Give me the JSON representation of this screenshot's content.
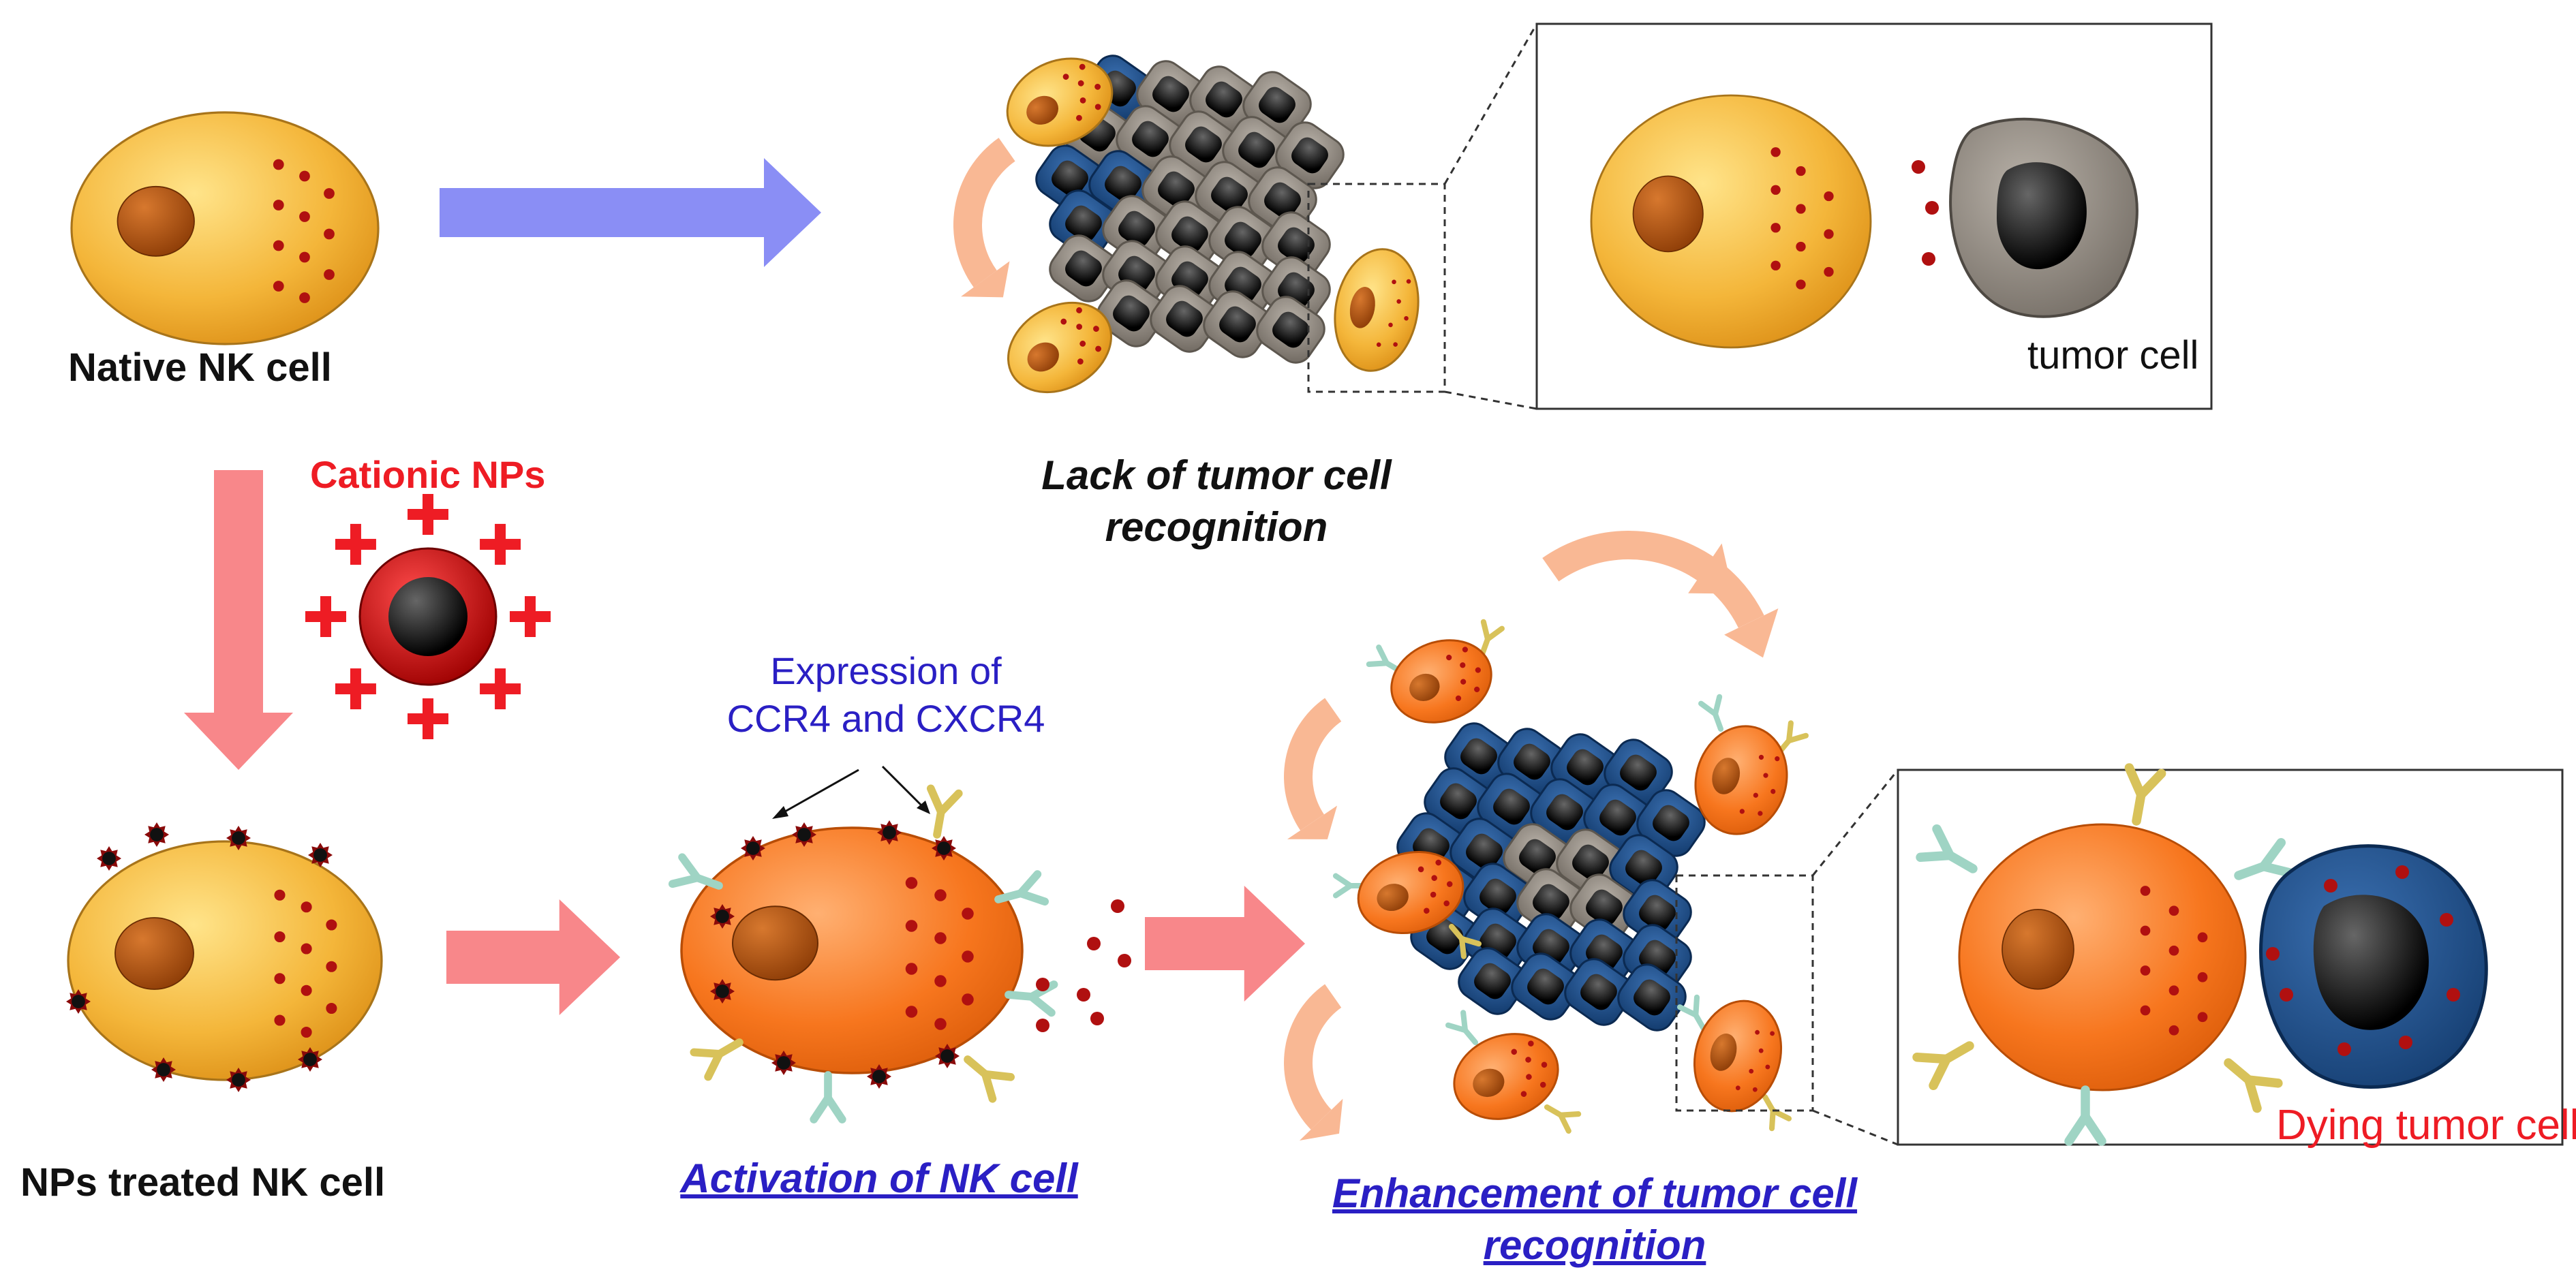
{
  "labels": {
    "native_nk_cell": "Native NK cell",
    "cationic_nps": "Cationic NPs",
    "nps_treated_nk_cell": "NPs treated NK cell",
    "lack_recognition_line1": "Lack of tumor cell",
    "lack_recognition_line2": "recognition",
    "expression_line1": "Expression of",
    "expression_line2": "CCR4 and CXCR4",
    "activation_nk_cell": "Activation of NK cell",
    "enhancement_line1": "Enhancement of tumor cell",
    "enhancement_line2": "recognition",
    "tumor_cell": "tumor cell",
    "dying_tumor_cell": "Dying tumor cell"
  },
  "colors": {
    "nk_native_fill": "#f4b63a",
    "nk_activated_fill": "#f7761e",
    "nucleus_fill": "#b3520e",
    "granule": "#b01010",
    "tumor_gray": "#8f8880",
    "tumor_blue": "#1d4f8c",
    "arrow_blue": "#8a8ef5",
    "arrow_pink": "#f8878a",
    "cycle_arrow": "#f9b894",
    "receptor_green": "#9fd4c4",
    "receptor_yellow": "#d8c25a",
    "blue_text": "#2a1fc4",
    "red_text": "#ee1c24"
  }
}
